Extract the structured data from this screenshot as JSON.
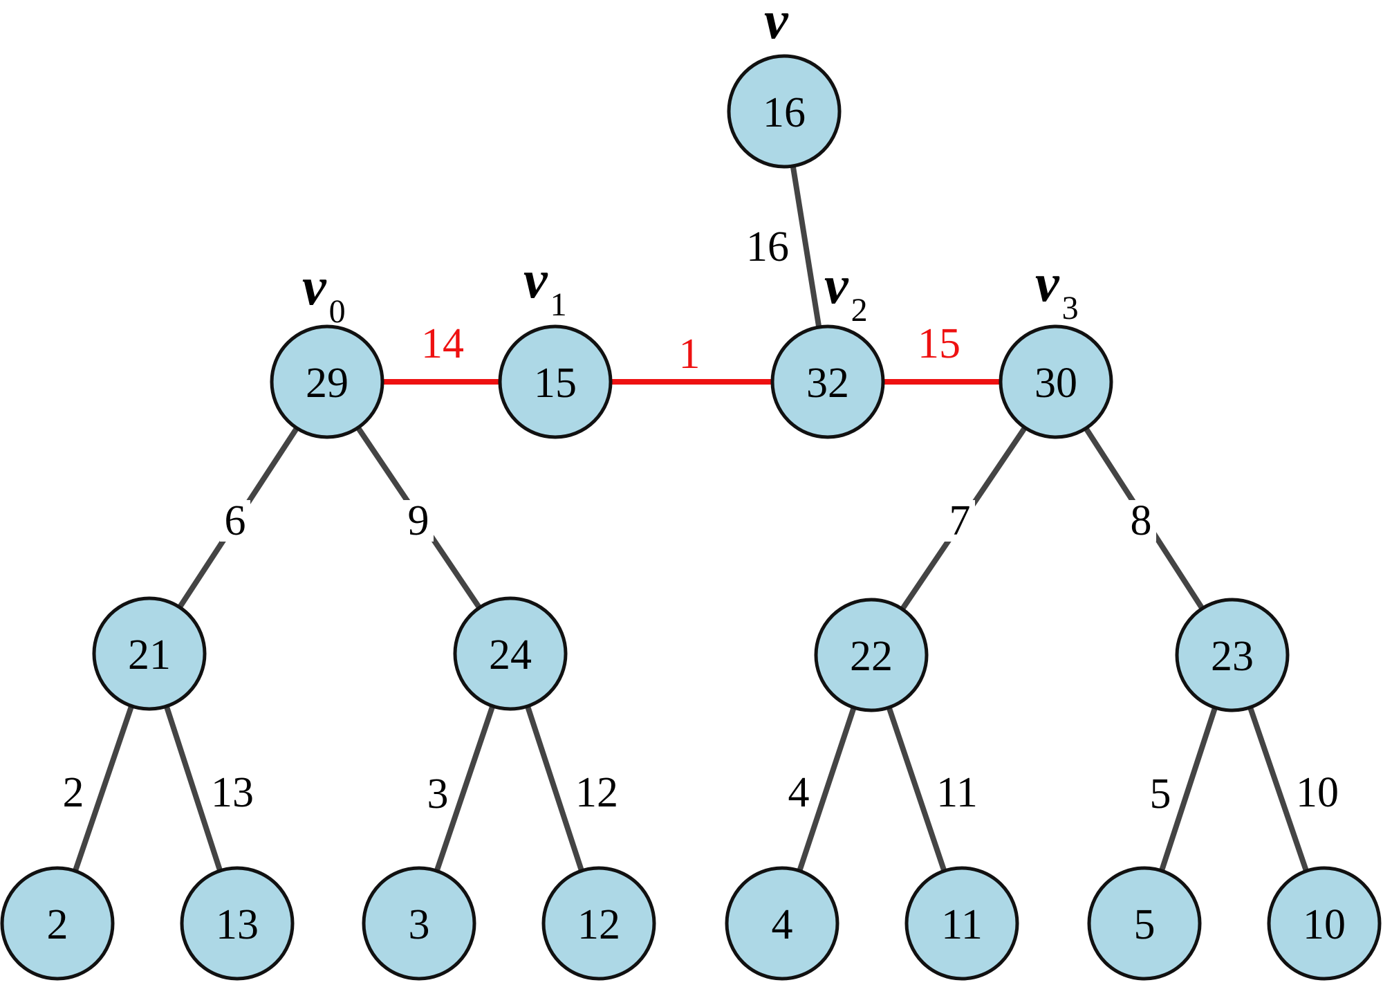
{
  "colors": {
    "node_fill": "#add8e6",
    "node_stroke": "#111111",
    "edge": "#444444",
    "path_edge": "#ee1111"
  },
  "nodes": [
    {
      "id": "n16top",
      "label": "16"
    },
    {
      "id": "n29",
      "label": "29"
    },
    {
      "id": "n15",
      "label": "15"
    },
    {
      "id": "n32",
      "label": "32"
    },
    {
      "id": "n30",
      "label": "30"
    },
    {
      "id": "n21",
      "label": "21"
    },
    {
      "id": "n24",
      "label": "24"
    },
    {
      "id": "n22",
      "label": "22"
    },
    {
      "id": "n23",
      "label": "23"
    },
    {
      "id": "n2",
      "label": "2"
    },
    {
      "id": "n13",
      "label": "13"
    },
    {
      "id": "n3",
      "label": "3"
    },
    {
      "id": "n12",
      "label": "12"
    },
    {
      "id": "n4",
      "label": "4"
    },
    {
      "id": "n11",
      "label": "11"
    },
    {
      "id": "n5",
      "label": "5"
    },
    {
      "id": "n10",
      "label": "10"
    }
  ],
  "edges": [
    {
      "from": "n16top",
      "to": "n32",
      "label": "16",
      "path": false
    },
    {
      "from": "n29",
      "to": "n15",
      "label": "14",
      "path": true
    },
    {
      "from": "n15",
      "to": "n32",
      "label": "1",
      "path": true
    },
    {
      "from": "n32",
      "to": "n30",
      "label": "15",
      "path": true
    },
    {
      "from": "n29",
      "to": "n21",
      "label": "6",
      "path": false
    },
    {
      "from": "n29",
      "to": "n24",
      "label": "9",
      "path": false
    },
    {
      "from": "n30",
      "to": "n22",
      "label": "7",
      "path": false
    },
    {
      "from": "n30",
      "to": "n23",
      "label": "8",
      "path": false
    },
    {
      "from": "n21",
      "to": "n2",
      "label": "2",
      "path": false
    },
    {
      "from": "n21",
      "to": "n13",
      "label": "13",
      "path": false
    },
    {
      "from": "n24",
      "to": "n3",
      "label": "3",
      "path": false
    },
    {
      "from": "n24",
      "to": "n12",
      "label": "12",
      "path": false
    },
    {
      "from": "n22",
      "to": "n4",
      "label": "4",
      "path": false
    },
    {
      "from": "n22",
      "to": "n11",
      "label": "11",
      "path": false
    },
    {
      "from": "n23",
      "to": "n5",
      "label": "5",
      "path": false
    },
    {
      "from": "n23",
      "to": "n10",
      "label": "10",
      "path": false
    }
  ],
  "vertex_labels": [
    {
      "node": "n16top",
      "name": "v",
      "sub": ""
    },
    {
      "node": "n29",
      "name": "v",
      "sub": "0"
    },
    {
      "node": "n15",
      "name": "v",
      "sub": "1"
    },
    {
      "node": "n32",
      "name": "v",
      "sub": "2"
    },
    {
      "node": "n30",
      "name": "v",
      "sub": "3"
    }
  ]
}
